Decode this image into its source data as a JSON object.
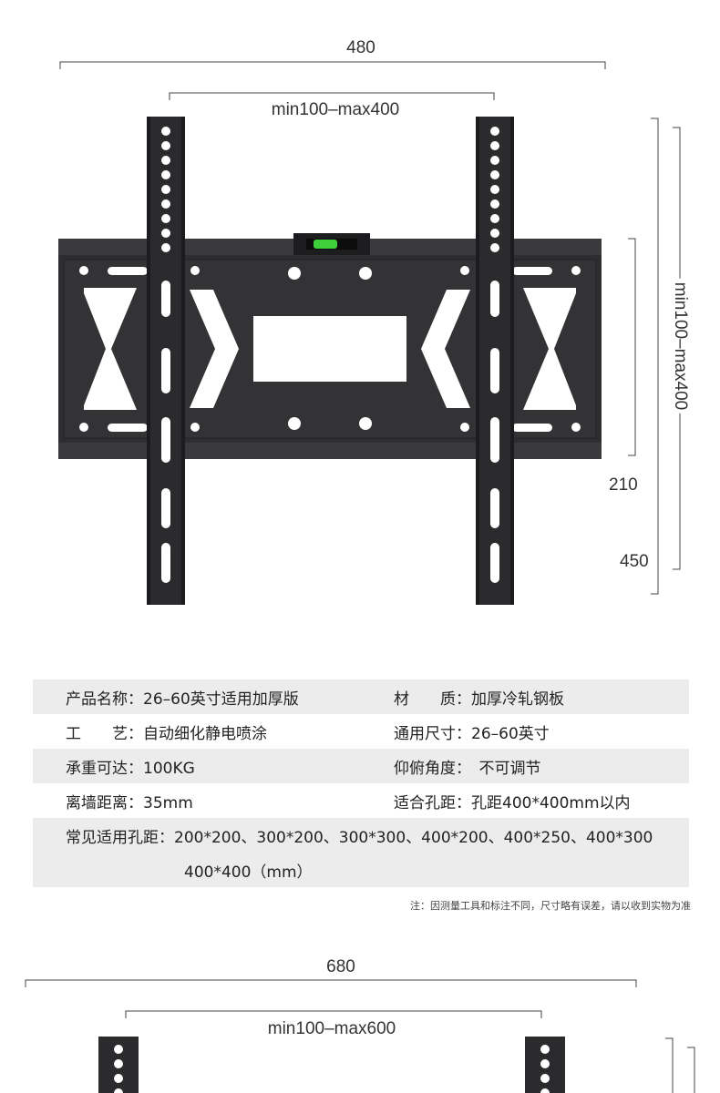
{
  "top_diagram": {
    "width_label": "480",
    "hole_range_label": "min100–max400",
    "vertical_range_label": "min100–max400",
    "height_label_1": "210",
    "height_label_2": "450"
  },
  "specs": {
    "rows": [
      {
        "left": "产品名称：26–60英寸适用加厚版",
        "right": "材　　质：加厚冷轧钢板"
      },
      {
        "left": "工　　艺：自动细化静电喷涂",
        "right": "通用尺寸：26–60英寸"
      },
      {
        "left": "承重可达：100KG",
        "right": "仰俯角度：　不可调节"
      },
      {
        "left": "离墙距离：35mm",
        "right": "适合孔距：孔距400*400mm以内"
      }
    ],
    "common_holes_line1": "常见适用孔距：200*200、300*200、300*300、400*200、400*250、400*300",
    "common_holes_line2": "400*400（mm）"
  },
  "note": "注：因测量工具和标注不同，尺寸略有误差，请以收到实物为准",
  "bottom_diagram": {
    "width_label": "680",
    "hole_range_label": "min100–max600"
  },
  "colors": {
    "metal_dark": "#2b2b2d",
    "metal_mid": "#3c3c3f",
    "hole_white": "#ffffff",
    "bubble_green": "#3fcf3a",
    "dim_line": "#444444",
    "row_shade": "#ececec"
  }
}
